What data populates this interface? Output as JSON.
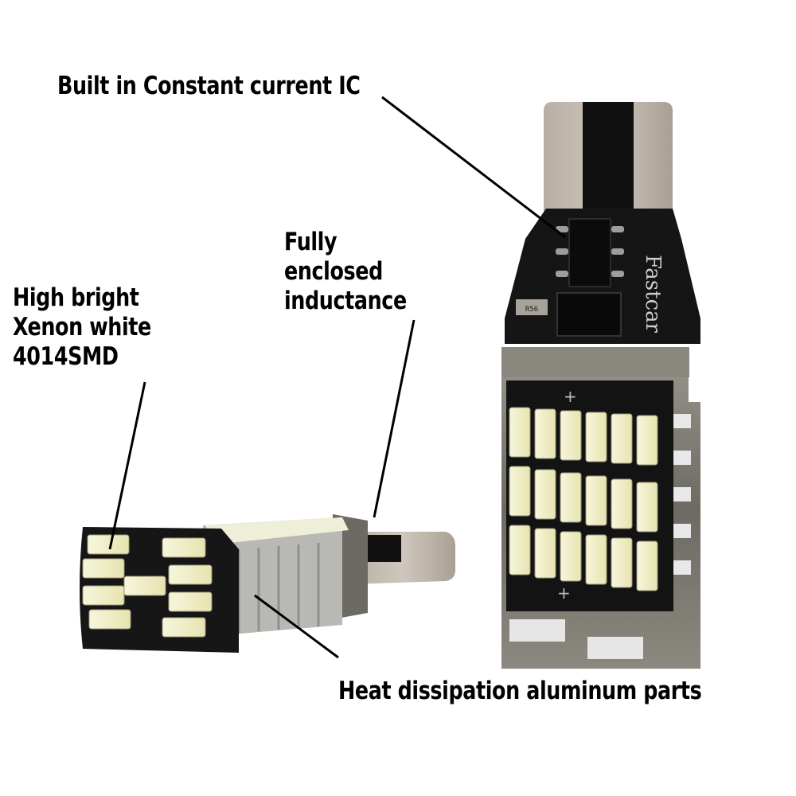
{
  "callouts": {
    "ic": "Built in Constant current IC",
    "inductance": [
      "Fully",
      "enclosed",
      "inductance"
    ],
    "led": [
      "High bright",
      "Xenon white",
      "4014SMD"
    ],
    "heat": "Heat dissipation aluminum parts"
  },
  "product": {
    "brand_print": "Fastcar",
    "chip_marking": "R56",
    "polarity_plus": "+"
  },
  "colors": {
    "background": "#ffffff",
    "pcb": "#141414",
    "led_face": "#f2f0c8",
    "aluminum": "#7d7a72",
    "label_text": "#000000",
    "leader_line": "#000000"
  }
}
